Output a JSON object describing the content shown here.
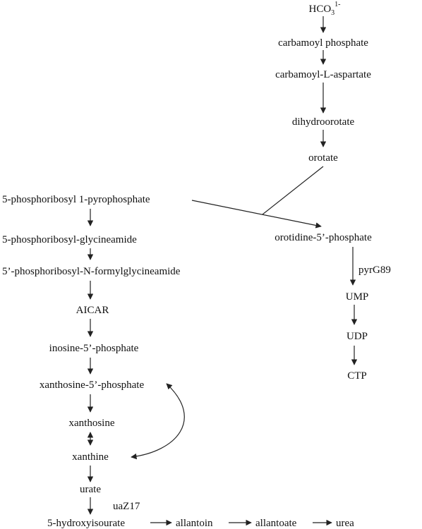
{
  "pyrimidine": {
    "bicarbonate": {
      "base": "HCO",
      "sub": "3",
      "sup": "1-"
    },
    "carbamoyl_phosphate": "carbamoyl phosphate",
    "carbamoyl_aspartate": "carbamoyl-L-aspartate",
    "dihydroorotate": "dihydroorotate",
    "orotate": "orotate",
    "omp": "orotidine-5’-phosphate",
    "mutation_label": "pyrG89",
    "ump": "UMP",
    "udp": "UDP",
    "ctp": "CTP"
  },
  "purine": {
    "prpp": "5-phosphoribosyl 1-pyrophosphate",
    "gar": "5-phosphoribosyl-glycineamide",
    "fgar": "5’-phosphoribosyl-N-formylglycineamide",
    "aicar": "AICAR",
    "imp": "inosine-5’-phosphate",
    "xmp": "xanthosine-5’-phosphate",
    "xanthosine": "xanthosine",
    "xanthine": "xanthine",
    "urate": "urate",
    "mutation_label": "uaZ17",
    "hydroxyisourate": "5-hydroxyisourate",
    "allantoin": "allantoin",
    "allantoate": "allantoate",
    "urea": "urea"
  }
}
